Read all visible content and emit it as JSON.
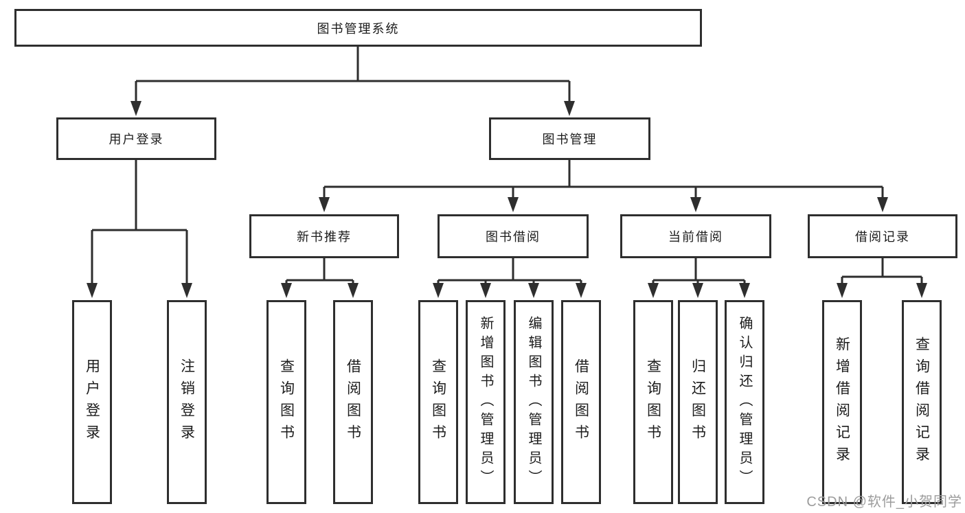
{
  "tree": {
    "label": "图书管理系统",
    "children": [
      {
        "label": "用户登录",
        "children": [
          {
            "label": "用户登录"
          },
          {
            "label": "注销登录"
          }
        ]
      },
      {
        "label": "图书管理",
        "children": [
          {
            "label": "新书推荐",
            "children": [
              {
                "label": "查询图书"
              },
              {
                "label": "借阅图书"
              }
            ]
          },
          {
            "label": "图书借阅",
            "children": [
              {
                "label": "查询图书"
              },
              {
                "label": "新增图书（管理员）"
              },
              {
                "label": "编辑图书（管理员）"
              },
              {
                "label": "借阅图书"
              }
            ]
          },
          {
            "label": "当前借阅",
            "children": [
              {
                "label": "查询图书"
              },
              {
                "label": "归还图书"
              },
              {
                "label": "确认归还（管理员）"
              }
            ]
          },
          {
            "label": "借阅记录",
            "children": [
              {
                "label": "新增借阅记录"
              },
              {
                "label": "查询借阅记录"
              }
            ]
          }
        ]
      }
    ]
  },
  "watermark": {
    "text": "CSDN @软件_小贺同学",
    "color": "#9c9c9c"
  },
  "colors": {
    "line": "#2e2e2e",
    "box_border": "#2e2e2e",
    "background": "#ffffff",
    "text": "#1c1c1c"
  }
}
